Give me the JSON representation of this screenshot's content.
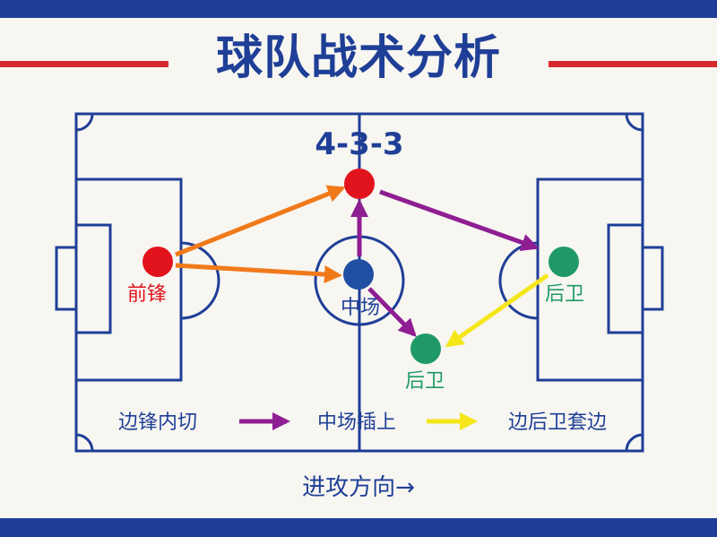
{
  "title": "球队战术分析",
  "formation": "4-3-3",
  "attack_direction": "进攻方向→",
  "colors": {
    "navy": "#1f3f97",
    "red": "#d52b2f",
    "orange": "#f07a1a",
    "purple": "#8e1e92",
    "yellow": "#f5e61a",
    "forward": "#e1131c",
    "midfield": "#1f4fa3",
    "defender": "#1f9a66"
  },
  "players": [
    {
      "id": "striker",
      "label": "",
      "color": "#e1131c"
    },
    {
      "id": "winger",
      "label": "前锋",
      "color": "#e1131c"
    },
    {
      "id": "midfielder",
      "label": "中场",
      "color": "#1f4fa3"
    },
    {
      "id": "fullback-right",
      "label": "后卫",
      "color": "#1f9a66"
    },
    {
      "id": "fullback-center",
      "label": "后卫",
      "color": "#1f9a66"
    }
  ],
  "legend": [
    {
      "label": "边锋内切",
      "color": "#f07a1a"
    },
    {
      "label": "中场插上",
      "color": "#8e1e92"
    },
    {
      "label": "边后卫套边",
      "color": "#f5e61a"
    }
  ]
}
